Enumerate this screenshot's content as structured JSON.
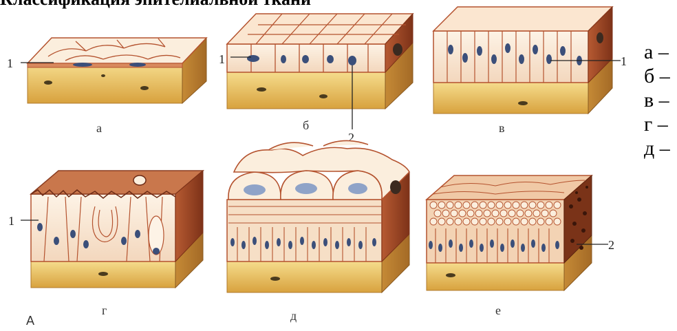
{
  "title": "Классификация эпителиальной ткани",
  "figure": {
    "panel_labels": [
      "а",
      "б",
      "в",
      "г",
      "д",
      "е"
    ],
    "callouts": {
      "one": "1",
      "two": "2"
    },
    "corner_label": "А"
  },
  "legend": {
    "items": [
      "а –",
      "б –",
      "в –",
      "г –",
      "д –"
    ]
  },
  "colors": {
    "tissue_top": "#f2d27c",
    "tissue_bottom": "#d9a441",
    "cell_fill": "#fbeedd",
    "cell_outline": "#b4522e",
    "nucleus": "#3b4f7a",
    "tissue_side": "#8a3d22"
  }
}
